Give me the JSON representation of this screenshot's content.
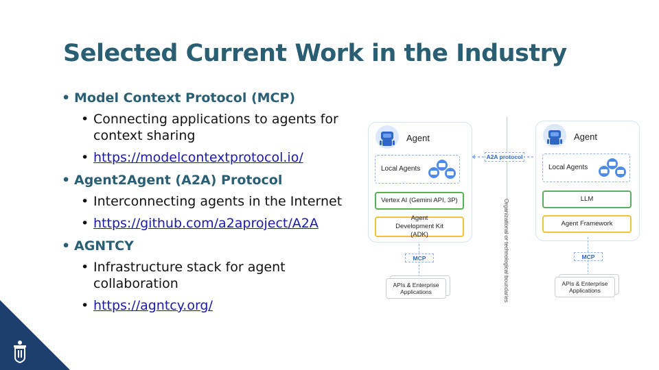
{
  "title": "Selected Current Work in the Industry",
  "bullets": [
    {
      "heading": "Model Context Protocol (MCP)",
      "items": [
        {
          "text": "Connecting applications to agents for context sharing"
        },
        {
          "text": "https://modelcontextprotocol.io/",
          "link": true
        }
      ]
    },
    {
      "heading": "Agent2Agent (A2A) Protocol",
      "items": [
        {
          "text": "Interconnecting agents in the Internet"
        },
        {
          "text": "https://github.com/a2aproject/A2A",
          "link": true
        }
      ]
    },
    {
      "heading": "AGNTCY",
      "items": [
        {
          "text": "Infrastructure stack for agent collaboration"
        },
        {
          "text": "https://agntcy.org/",
          "link": true
        }
      ]
    }
  ],
  "diagram": {
    "protocol_label": "A2A protocol",
    "boundary_label": "Organizational or technological boundaries",
    "left": {
      "agent": "Agent",
      "local_agents": "Local Agents",
      "model": "Vertex AI (Gemini API, 3P)",
      "framework": "Agent Development Kit (ADK)",
      "mcp": "MCP",
      "apis": "APIs & Enterprise Applications"
    },
    "right": {
      "agent": "Agent",
      "local_agents": "Local Agents",
      "model": "LLM",
      "framework": "Agent Framework",
      "mcp": "MCP",
      "apis": "APIs & Enterprise Applications"
    }
  },
  "colors": {
    "title": "#2a5f73",
    "link": "#1a1aa8",
    "corner": "#1c3f6e",
    "green": "#56b155",
    "yellow": "#f3c23a",
    "accent_blue": "#2f67c4"
  },
  "icons": [
    "robot-icon",
    "local-agent-icon",
    "university-logo"
  ]
}
